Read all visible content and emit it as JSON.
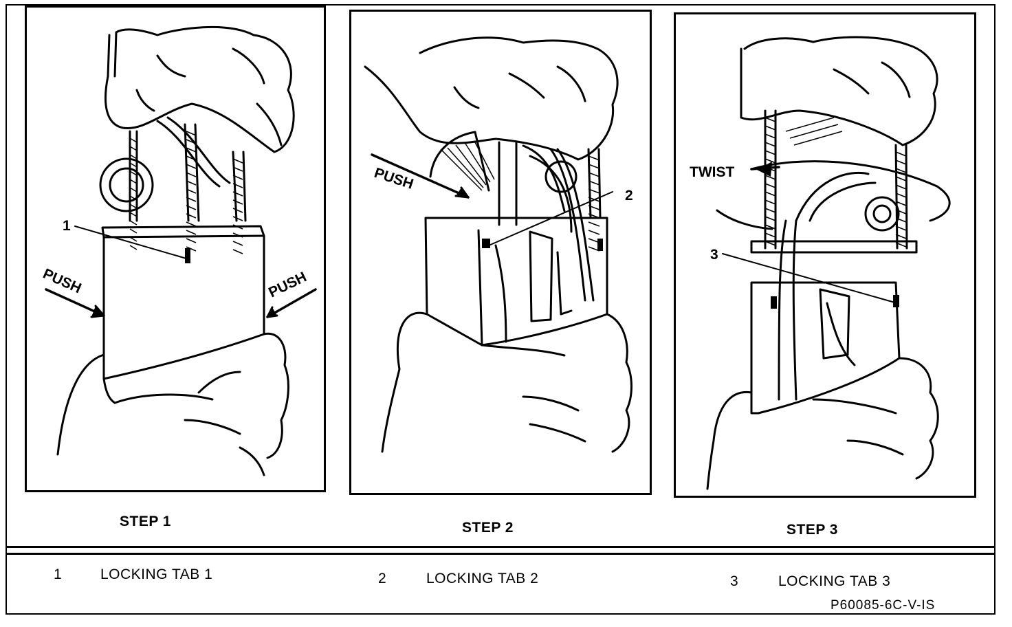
{
  "steps": [
    {
      "label": "STEP 1",
      "callout_number": "1",
      "actions": [
        "PUSH",
        "PUSH"
      ]
    },
    {
      "label": "STEP 2",
      "callout_number": "2",
      "actions": [
        "PUSH"
      ]
    },
    {
      "label": "STEP 3",
      "callout_number": "3",
      "actions": [
        "TWIST"
      ]
    }
  ],
  "legend": [
    {
      "number": "1",
      "text": "LOCKING TAB 1"
    },
    {
      "number": "2",
      "text": "LOCKING TAB 2"
    },
    {
      "number": "3",
      "text": "LOCKING TAB 3"
    }
  ],
  "figure_id": "P60085-6C-V-IS"
}
